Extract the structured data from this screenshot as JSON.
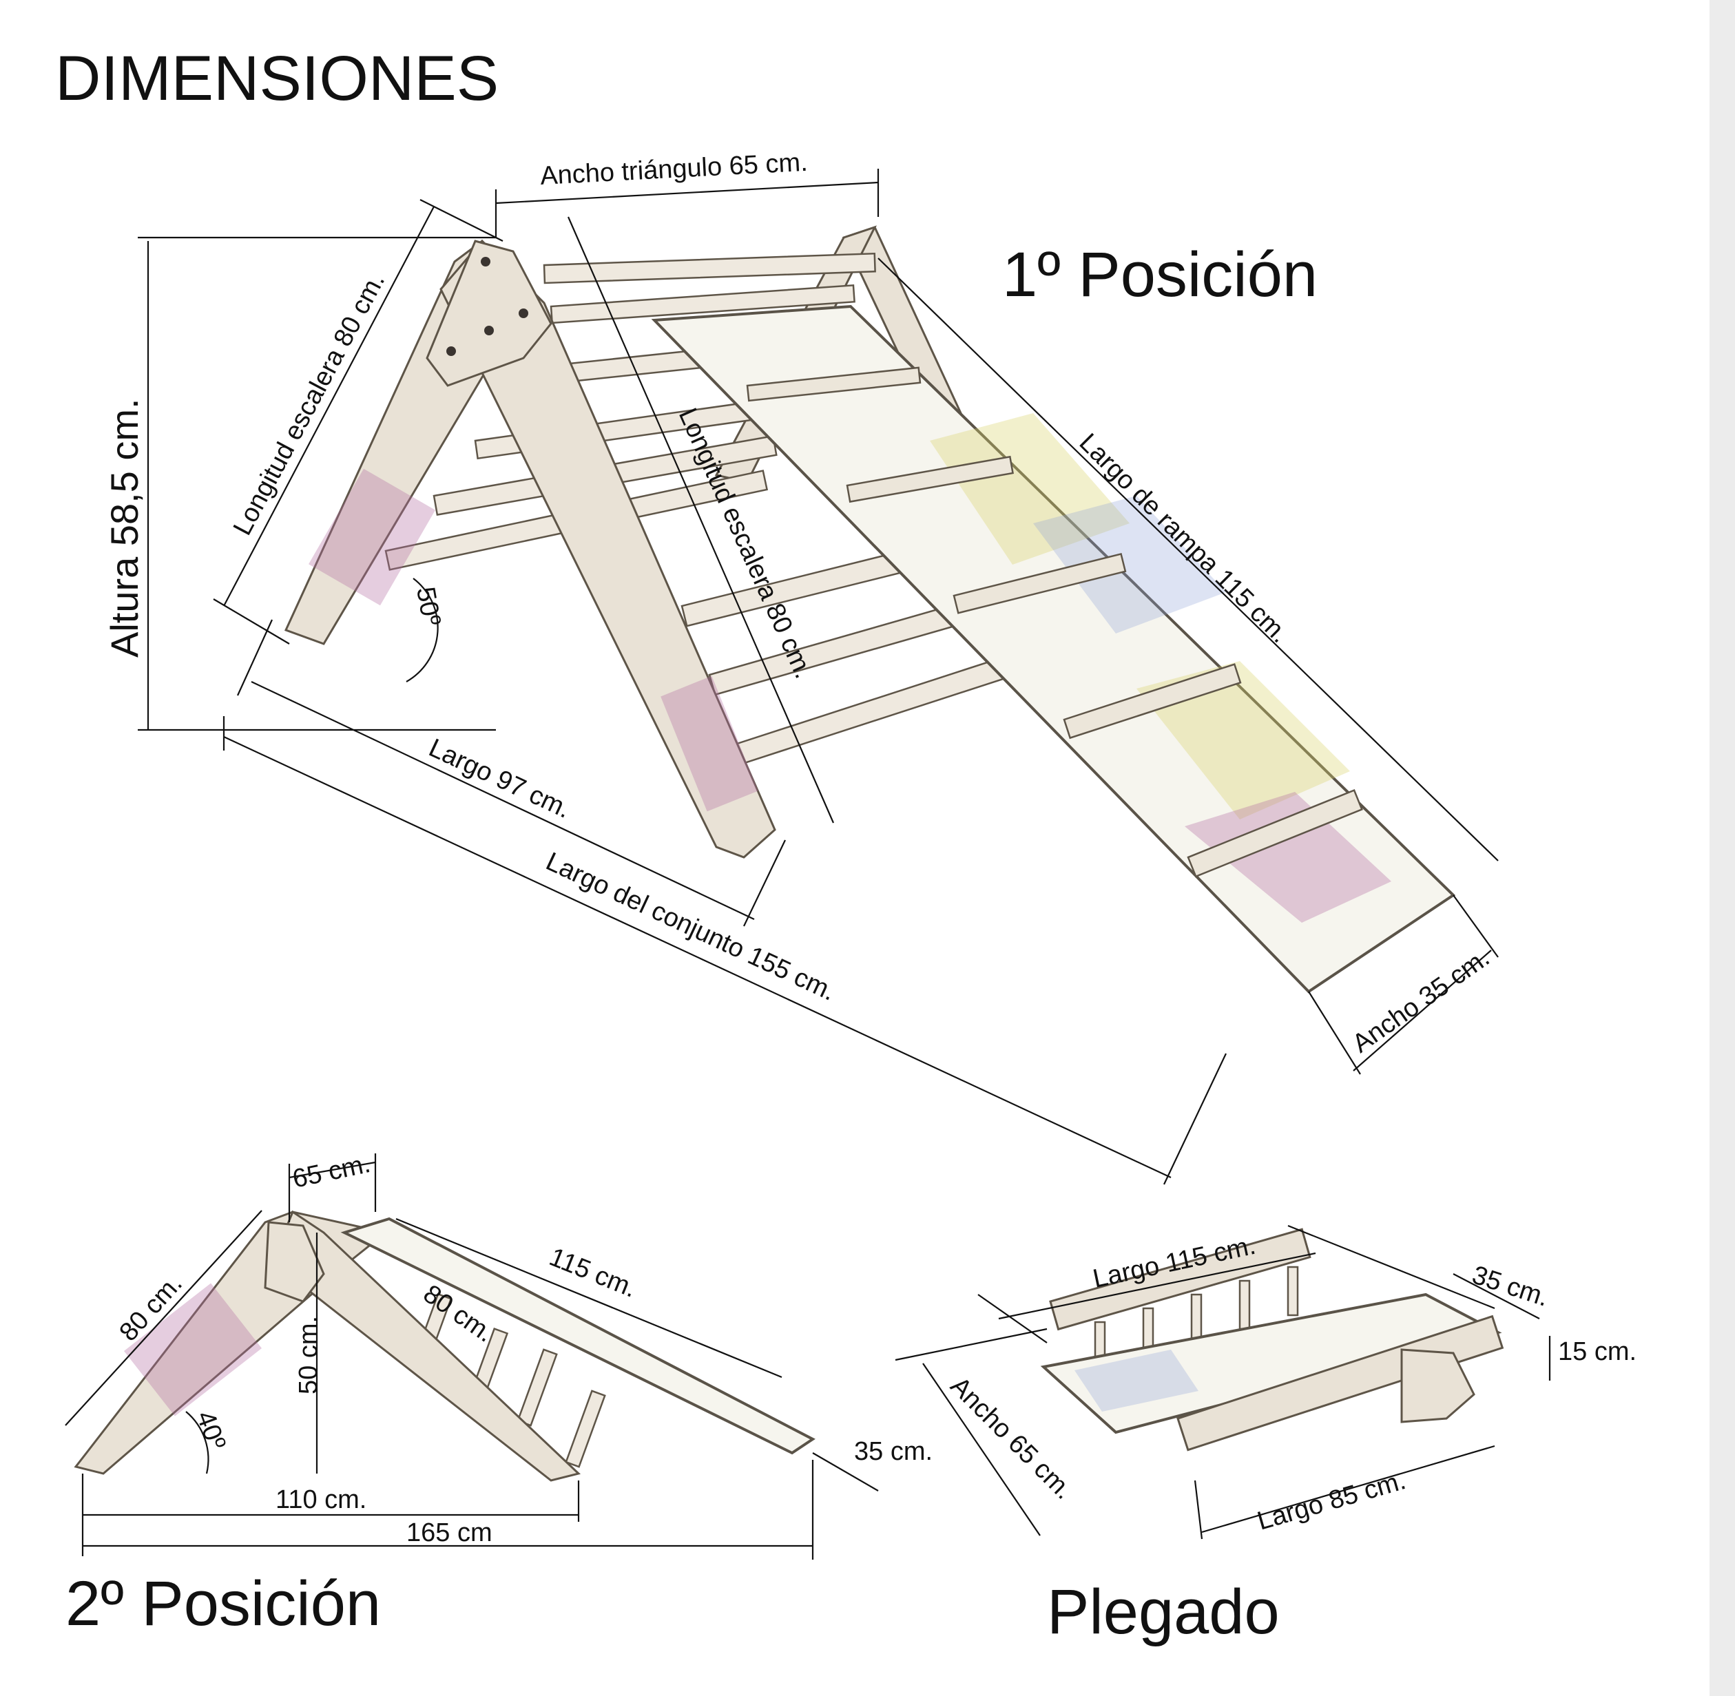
{
  "title": "DIMENSIONES",
  "sections": {
    "pos1": "1º Posición",
    "pos2": "2º Posición",
    "folded": "Plegado"
  },
  "pos1": {
    "ancho_triangulo": "Ancho triángulo 65 cm.",
    "longitud_escalera_left": "Longitud escalera 80 cm.",
    "longitud_escalera_center": "Longitud escalera 80 cm.",
    "altura": "Altura 58,5 cm.",
    "angle": "50º",
    "largo": "Largo 97 cm.",
    "largo_conjunto": "Largo del conjunto 155 cm.",
    "largo_rampa": "Largo de rampa 115 cm.",
    "ancho_rampa": "Ancho 35 cm."
  },
  "pos2": {
    "top_width": "65 cm.",
    "ladder": "80 cm.",
    "ramp": "115 cm.",
    "ladder_inner": "80 cm.",
    "height": "50 cm.",
    "angle": "40º",
    "base": "110 cm.",
    "total": "165 cm",
    "ramp_width": "35 cm."
  },
  "folded": {
    "largo": "Largo 115 cm.",
    "width": "35 cm.",
    "height": "15 cm.",
    "ancho": "Ancho 65 cm.",
    "largo_85": "Largo 85 cm."
  }
}
